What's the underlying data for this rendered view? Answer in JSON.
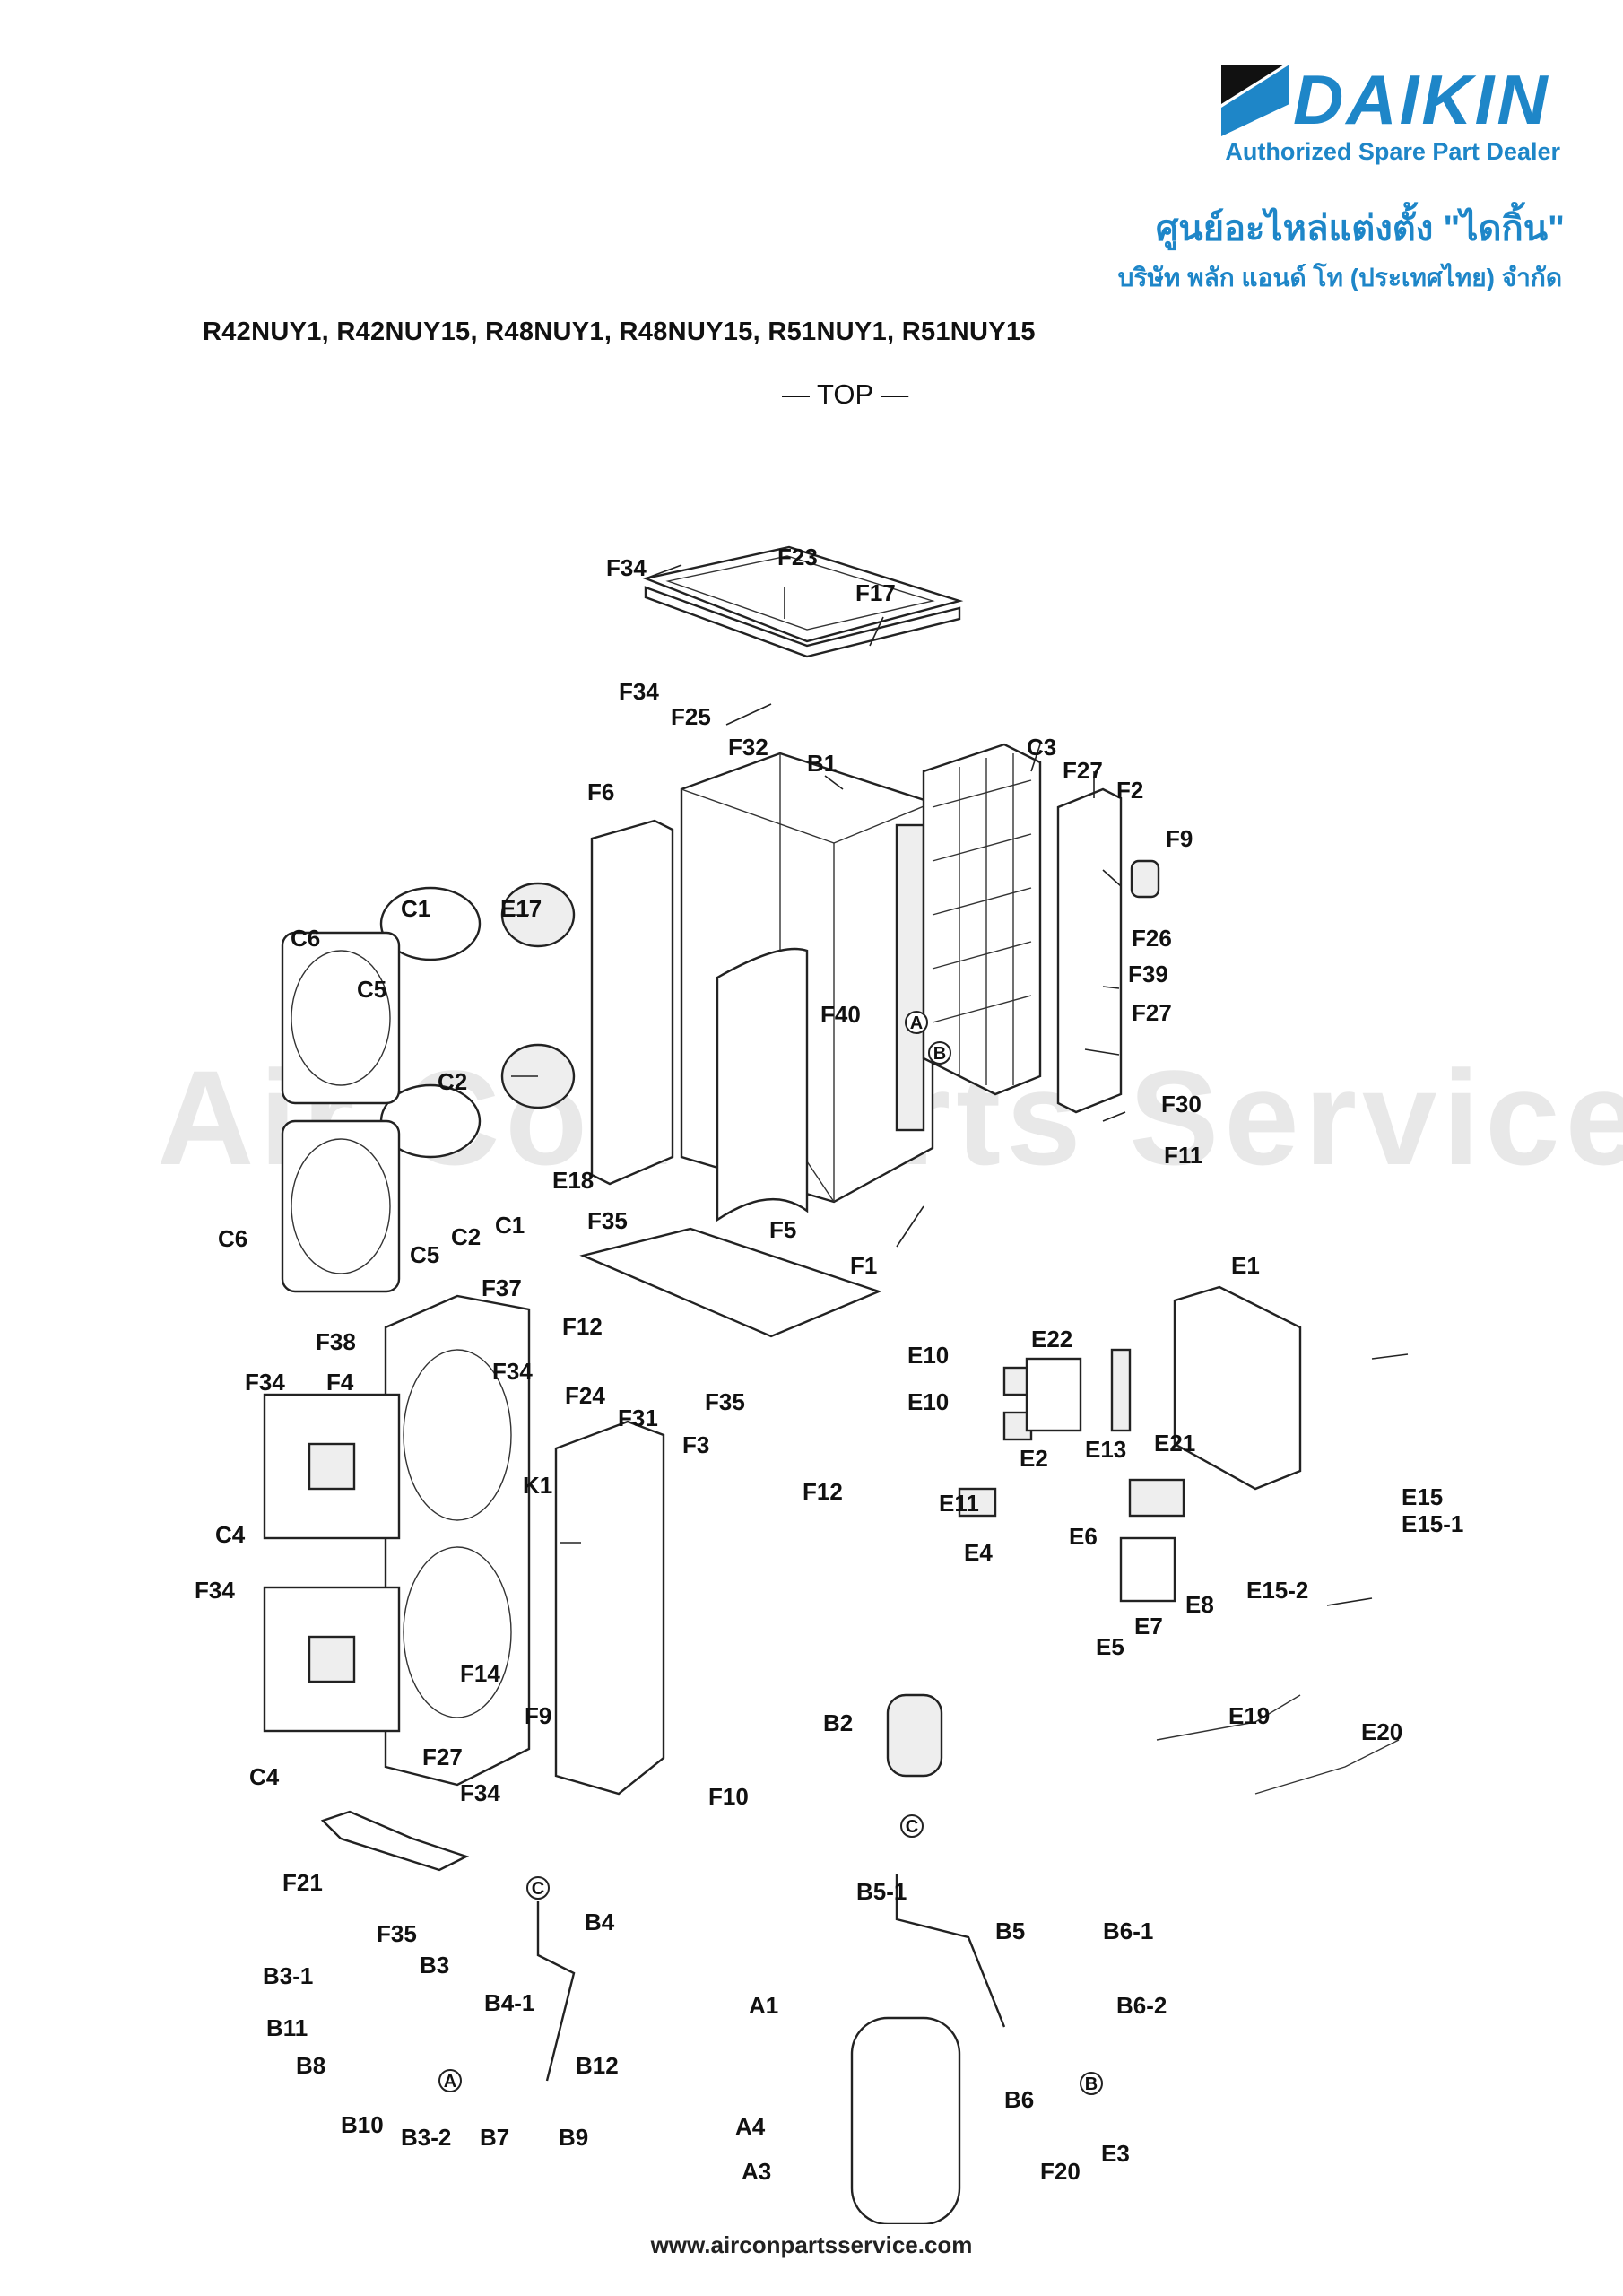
{
  "brand": {
    "name": "DAIKIN",
    "tagline": "Authorized Spare Part Dealer",
    "thai_line1": "ศูนย์อะไหล่แต่งตั้ง \"ไดกิ้น\"",
    "thai_line2": "บริษัท พลัก แอนด์ โท (ประเทศไทย) จำกัด",
    "color": "#1e86c8"
  },
  "models": "R42NUY1, R42NUY15, R48NUY1, R48NUY15, R51NUY1, R51NUY15",
  "view": "— TOP —",
  "watermark": "Air Con Parts Service",
  "footer_url": "www.airconpartsservice.com",
  "diagram": {
    "labels": {
      "F34a": "F34",
      "F23": "F23",
      "F17": "F17",
      "F34b": "F34",
      "F25": "F25",
      "F32": "F32",
      "B1": "B1",
      "C3": "C3",
      "F27a": "F27",
      "F2": "F2",
      "F9a": "F9",
      "F6": "F6",
      "C1a": "C1",
      "E17": "E17",
      "C6a": "C6",
      "C5a": "C5",
      "C2a": "C2",
      "F26": "F26",
      "F39": "F39",
      "F27b": "F27",
      "F40": "F40",
      "F30": "F30",
      "F11": "F11",
      "E18": "E18",
      "C1b": "C1",
      "C2b": "C2",
      "C5b": "C5",
      "C6b": "C6",
      "F5": "F5",
      "F35a": "F35",
      "F1": "F1",
      "E1": "E1",
      "F37": "F37",
      "F12a": "F12",
      "F38": "F38",
      "F4": "F4",
      "F34c": "F34",
      "F34d": "F34",
      "F24": "F24",
      "F31": "F31",
      "F3": "F3",
      "F35b": "F35",
      "K1": "K1",
      "F12b": "F12",
      "E10a": "E10",
      "E22": "E22",
      "E10b": "E10",
      "E2": "E2",
      "E13": "E13",
      "E21": "E21",
      "E11": "E11",
      "E15": "E15",
      "E15-1": "E15-1",
      "C4a": "C4",
      "E4": "E4",
      "E6": "E6",
      "E8": "E8",
      "E15-2": "E15-2",
      "F34e": "F34",
      "E5": "E5",
      "E7": "E7",
      "F14": "F14",
      "F9b": "F9",
      "E19": "E19",
      "E20": "E20",
      "B2": "B2",
      "F27c": "F27",
      "C4b": "C4",
      "F34f": "F34",
      "F10": "F10",
      "F21": "F21",
      "F35c": "F35",
      "B5-1": "B5-1",
      "B4": "B4",
      "B5": "B5",
      "B6-1": "B6-1",
      "B3-1": "B3-1",
      "B3": "B3",
      "B4-1": "B4-1",
      "A1": "A1",
      "B6-2": "B6-2",
      "B11": "B11",
      "B8": "B8",
      "B12": "B12",
      "B10": "B10",
      "B3-2": "B3-2",
      "B7": "B7",
      "B9": "B9",
      "B6": "B6",
      "A4": "A4",
      "A3": "A3",
      "F20": "F20",
      "E3": "E3"
    },
    "refs": {
      "A": "A",
      "B": "B",
      "C": "C"
    }
  }
}
